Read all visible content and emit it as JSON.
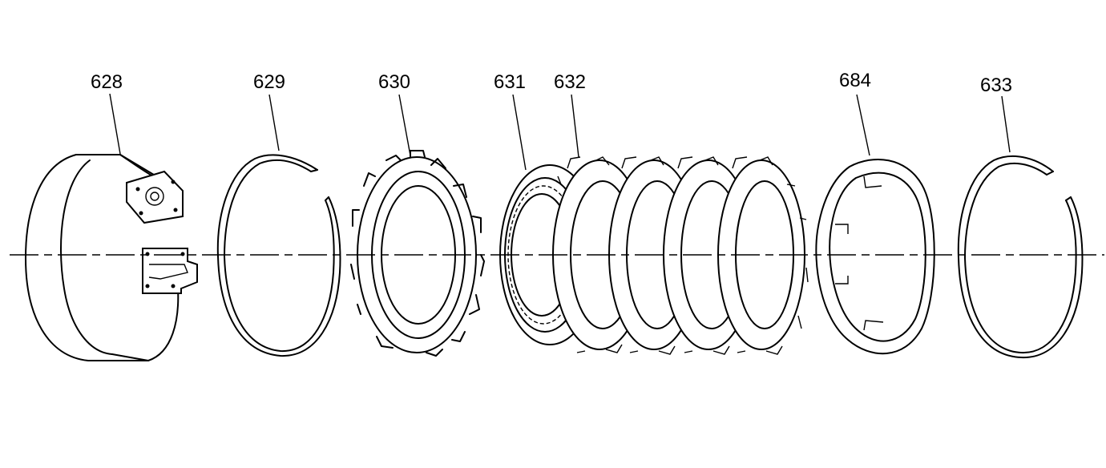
{
  "diagram": {
    "parts": [
      {
        "id": "628",
        "callout": "628"
      },
      {
        "id": "629",
        "callout": "629"
      },
      {
        "id": "630",
        "callout": "630"
      },
      {
        "id": "631",
        "callout": "631"
      },
      {
        "id": "632",
        "callout": "632"
      },
      {
        "id": "684",
        "callout": "684"
      },
      {
        "id": "633",
        "callout": "633"
      }
    ]
  }
}
